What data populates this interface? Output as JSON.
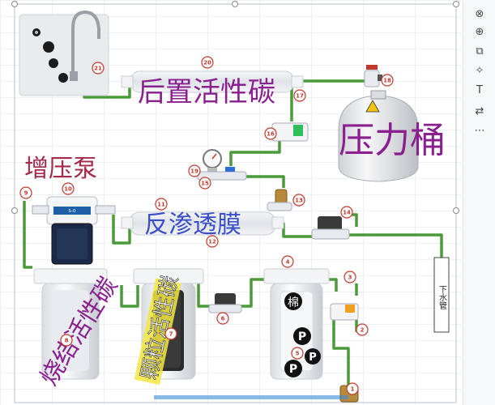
{
  "labels": {
    "post_carbon": "后置活性碳",
    "pressure_tank": "压力桶",
    "booster_pump": "增压泵",
    "ro_membrane": "反渗透膜",
    "sintered_carbon": "烧结活性碳",
    "granular_carbon": "颗粒活性碳",
    "drain": "下水管",
    "cotton": "棉",
    "pp_1": "P",
    "pp_2": "P",
    "pp_3": "P"
  },
  "parts": [
    "1",
    "2",
    "3",
    "4",
    "5",
    "6",
    "7",
    "8",
    "9",
    "10",
    "11",
    "12",
    "13",
    "14",
    "15",
    "16",
    "17",
    "18",
    "19",
    "20",
    "21"
  ],
  "pump_brand": "S-O",
  "colors": {
    "pipe": "#4a9a3a",
    "big_label_purple": "#8a1f8f",
    "big_label_blue": "#3a4ec8",
    "big_label_red": "#a52a4a",
    "fitting": "#e6e9ee",
    "badge": "#c0392b"
  },
  "toolbar": [
    "close-icon",
    "zoom-icon",
    "crop-icon",
    "magic-icon",
    "text-icon",
    "translate-icon",
    "more-icon"
  ]
}
